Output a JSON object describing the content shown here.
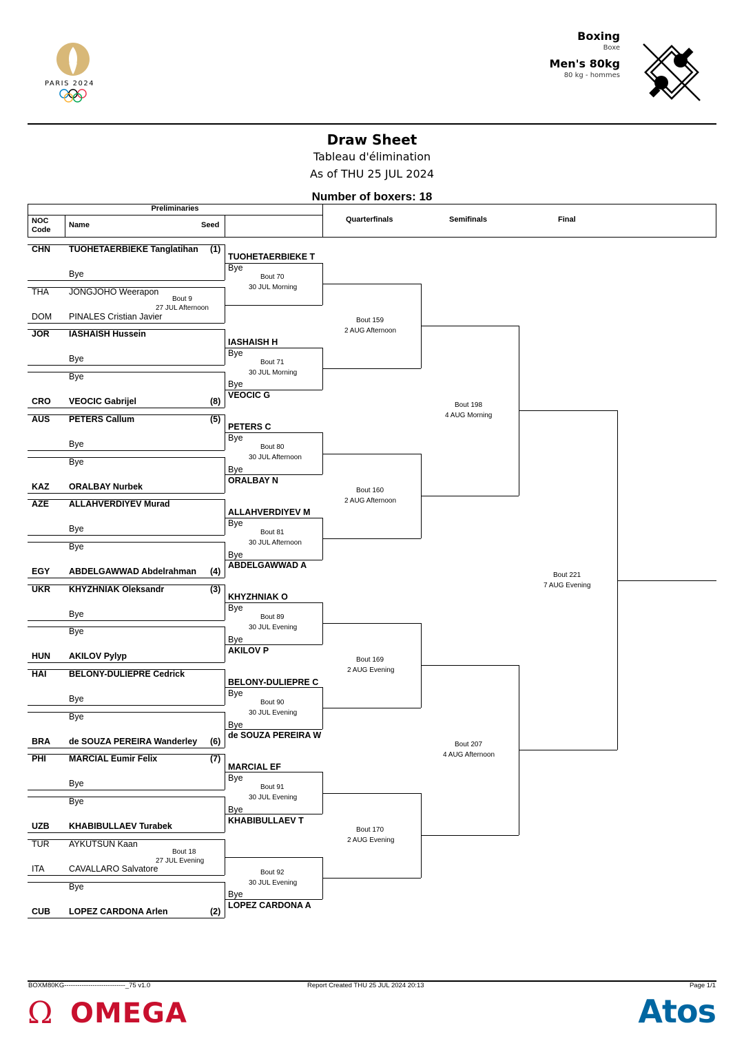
{
  "header": {
    "games_label": "PARIS 2024",
    "sport_en": "Boxing",
    "sport_fr": "Boxe",
    "event_en": "Men's 80kg",
    "event_fr": "80 kg - hommes",
    "title": "Draw Sheet",
    "title_fr": "Tableau d'élimination",
    "as_of": "As of THU 25 JUL 2024",
    "num_boxers": "Number of boxers: 18"
  },
  "table_header": {
    "preliminaries": "Preliminaries",
    "noc": "NOC",
    "code": "Code",
    "name": "Name",
    "seed": "Seed",
    "quarterfinals": "Quarterfinals",
    "semifinals": "Semifinals",
    "final": "Final"
  },
  "prelim_entries": [
    {
      "noc": "CHN",
      "name": "TUOHETAERBIEKE Tanglatihan",
      "seed": "(1)",
      "bold": true
    },
    {
      "noc": "",
      "name": "Bye",
      "seed": "",
      "bold": false
    },
    {
      "noc": "THA",
      "name": "JONGJOHO Weerapon",
      "seed": "",
      "bold": false
    },
    {
      "noc": "DOM",
      "name": "PINALES Cristian Javier",
      "seed": "",
      "bold": false
    },
    {
      "noc": "JOR",
      "name": "IASHAISH Hussein",
      "seed": "",
      "bold": true
    },
    {
      "noc": "",
      "name": "Bye",
      "seed": "",
      "bold": false
    },
    {
      "noc": "",
      "name": "Bye",
      "seed": "",
      "bold": false
    },
    {
      "noc": "CRO",
      "name": "VEOCIC Gabrijel",
      "seed": "(8)",
      "bold": true
    },
    {
      "noc": "AUS",
      "name": "PETERS Callum",
      "seed": "(5)",
      "bold": true
    },
    {
      "noc": "",
      "name": "Bye",
      "seed": "",
      "bold": false
    },
    {
      "noc": "",
      "name": "Bye",
      "seed": "",
      "bold": false
    },
    {
      "noc": "KAZ",
      "name": "ORALBAY Nurbek",
      "seed": "",
      "bold": true
    },
    {
      "noc": "AZE",
      "name": "ALLAHVERDIYEV Murad",
      "seed": "",
      "bold": true
    },
    {
      "noc": "",
      "name": "Bye",
      "seed": "",
      "bold": false
    },
    {
      "noc": "",
      "name": "Bye",
      "seed": "",
      "bold": false
    },
    {
      "noc": "EGY",
      "name": "ABDELGAWWAD Abdelrahman",
      "seed": "(4)",
      "bold": true
    },
    {
      "noc": "UKR",
      "name": "KHYZHNIAK Oleksandr",
      "seed": "(3)",
      "bold": true
    },
    {
      "noc": "",
      "name": "Bye",
      "seed": "",
      "bold": false
    },
    {
      "noc": "",
      "name": "Bye",
      "seed": "",
      "bold": false
    },
    {
      "noc": "HUN",
      "name": "AKILOV Pylyp",
      "seed": "",
      "bold": true
    },
    {
      "noc": "HAI",
      "name": "BELONY-DULIEPRE Cedrick",
      "seed": "",
      "bold": true
    },
    {
      "noc": "",
      "name": "Bye",
      "seed": "",
      "bold": false
    },
    {
      "noc": "",
      "name": "Bye",
      "seed": "",
      "bold": false
    },
    {
      "noc": "BRA",
      "name": "de SOUZA PEREIRA Wanderley",
      "seed": "(6)",
      "bold": true
    },
    {
      "noc": "PHI",
      "name": "MARCIAL Eumir Felix",
      "seed": "(7)",
      "bold": true
    },
    {
      "noc": "",
      "name": "Bye",
      "seed": "",
      "bold": false
    },
    {
      "noc": "",
      "name": "Bye",
      "seed": "",
      "bold": false
    },
    {
      "noc": "UZB",
      "name": "KHABIBULLAEV Turabek",
      "seed": "",
      "bold": true
    },
    {
      "noc": "TUR",
      "name": "AYKUTSUN Kaan",
      "seed": "",
      "bold": false
    },
    {
      "noc": "ITA",
      "name": "CAVALLARO Salvatore",
      "seed": "",
      "bold": false
    },
    {
      "noc": "",
      "name": "Bye",
      "seed": "",
      "bold": false
    },
    {
      "noc": "CUB",
      "name": "LOPEZ CARDONA Arlen",
      "seed": "(2)",
      "bold": true
    }
  ],
  "prelim_bouts": [
    {
      "bout": "Bout  9",
      "when": "27 JUL Afternoon"
    },
    {
      "bout": "Bout  18",
      "when": "27 JUL Evening"
    }
  ],
  "r16_entries": [
    {
      "top": "TUOHETAERBIEKE T",
      "bottom": "Bye",
      "bout": "Bout  70",
      "when": "30 JUL Morning"
    },
    {
      "top": "IASHAISH H",
      "bottom": "Bye",
      "bout": "Bout  71",
      "when": "30 JUL Morning"
    },
    {
      "top": "Bye",
      "bottom": "VEOCIC G",
      "bout": "",
      "when": ""
    },
    {
      "top": "PETERS C",
      "bottom": "Bye",
      "bout": "Bout  80",
      "when": "30 JUL Afternoon"
    },
    {
      "top": "Bye",
      "bottom": "ORALBAY N",
      "bout": "",
      "when": ""
    },
    {
      "top": "ALLAHVERDIYEV M",
      "bottom": "Bye",
      "bout": "Bout  81",
      "when": "30 JUL Afternoon"
    },
    {
      "top": "Bye",
      "bottom": "ABDELGAWWAD A",
      "bout": "",
      "when": ""
    },
    {
      "top": "KHYZHNIAK O",
      "bottom": "Bye",
      "bout": "Bout  89",
      "when": "30 JUL Evening"
    },
    {
      "top": "Bye",
      "bottom": "AKILOV P",
      "bout": "",
      "when": ""
    },
    {
      "top": "BELONY-DULIEPRE C",
      "bottom": "Bye",
      "bout": "Bout  90",
      "when": "30 JUL Evening"
    },
    {
      "top": "Bye",
      "bottom": "de SOUZA PEREIRA W",
      "bout": "",
      "when": ""
    },
    {
      "top": "MARCIAL EF",
      "bottom": "Bye",
      "bout": "Bout  91",
      "when": "30 JUL Evening"
    },
    {
      "top": "Bye",
      "bottom": "KHABIBULLAEV T",
      "bout": "",
      "when": ""
    },
    {
      "top": "",
      "bottom": "",
      "bout": "Bout  92",
      "when": "30 JUL Evening"
    },
    {
      "top": "Bye",
      "bottom": "LOPEZ CARDONA A",
      "bout": "",
      "when": ""
    }
  ],
  "qf_bouts": [
    {
      "bout": "Bout  159",
      "when": "2 AUG Afternoon"
    },
    {
      "bout": "Bout  160",
      "when": "2 AUG Afternoon"
    },
    {
      "bout": "Bout  169",
      "when": "2 AUG Evening"
    },
    {
      "bout": "Bout  170",
      "when": "2 AUG Evening"
    }
  ],
  "sf_bouts": [
    {
      "bout": "Bout  198",
      "when": "4 AUG Morning"
    },
    {
      "bout": "Bout  207",
      "when": "4 AUG Afternoon"
    }
  ],
  "final_bout": {
    "bout": "Bout  221",
    "when": "7 AUG Evening"
  },
  "footer": {
    "code": "BOXM80KG----------------------------_75 v1.0",
    "report": "Report Created  THU 25 JUL 2024 20:13",
    "page": "Page 1/1",
    "sponsor_left": "OMEGA",
    "sponsor_right": "Atos"
  },
  "colors": {
    "omega_red": "#c8102e",
    "atos_blue": "#0066a1",
    "paris_gold": "#d8b878"
  }
}
